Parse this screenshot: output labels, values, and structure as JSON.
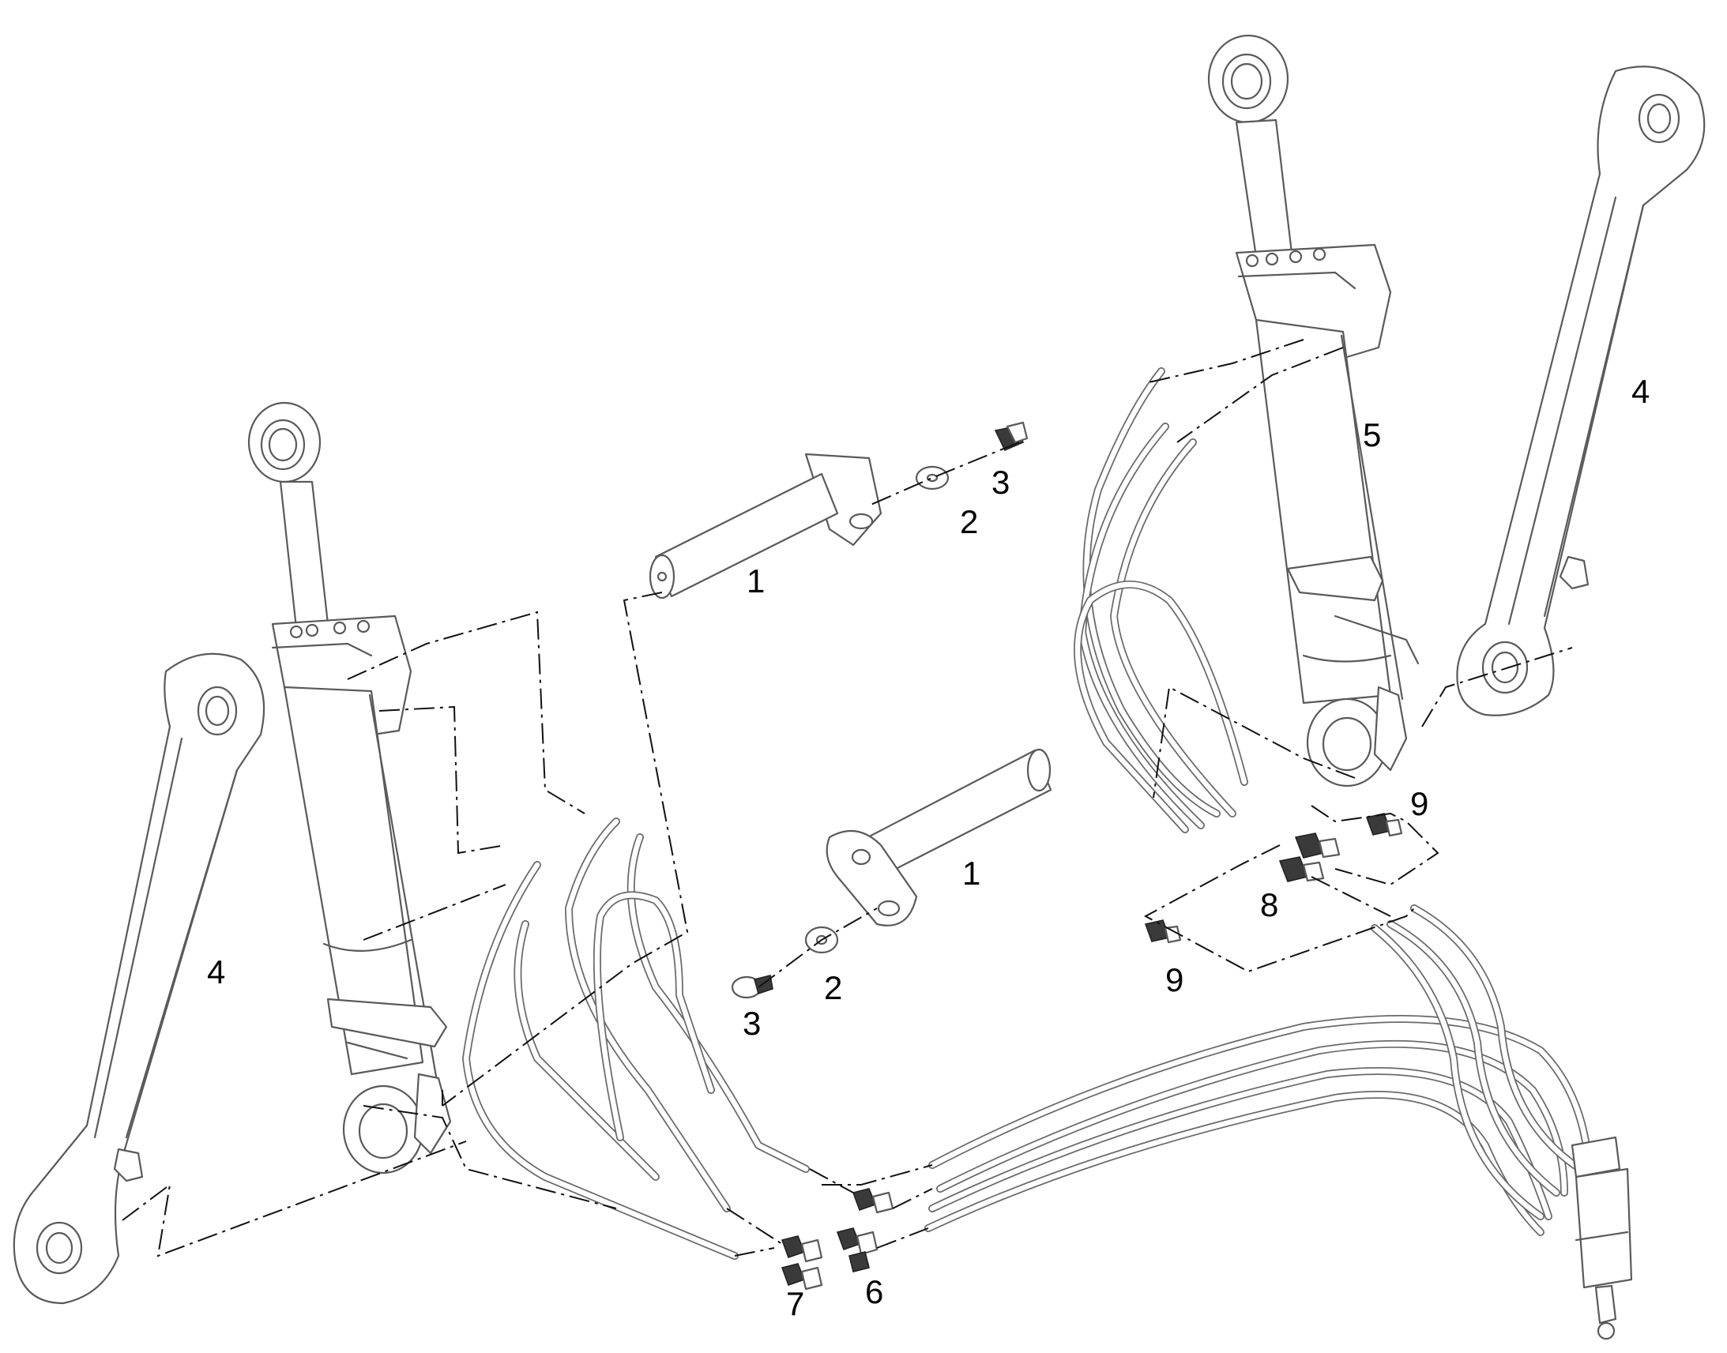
{
  "diagram": {
    "callouts": {
      "pin_top": "1",
      "pin_center": "1",
      "washer_top": "2",
      "washer_bottom": "2",
      "bolt_top": "3",
      "bolt_bottom": "3",
      "link_left": "4",
      "link_right": "4",
      "cylinder_right": "5",
      "elbow_fittings_center": "6",
      "elbow_fittings_left": "7",
      "adapter_fittings_center": "8",
      "adapter_fitting_top": "9",
      "adapter_fitting_bottom": "9"
    },
    "colors": {
      "line": "#5a5a5a",
      "dark_part": "#3a3a3a",
      "leader": "#111111",
      "background": "#ffffff"
    }
  }
}
